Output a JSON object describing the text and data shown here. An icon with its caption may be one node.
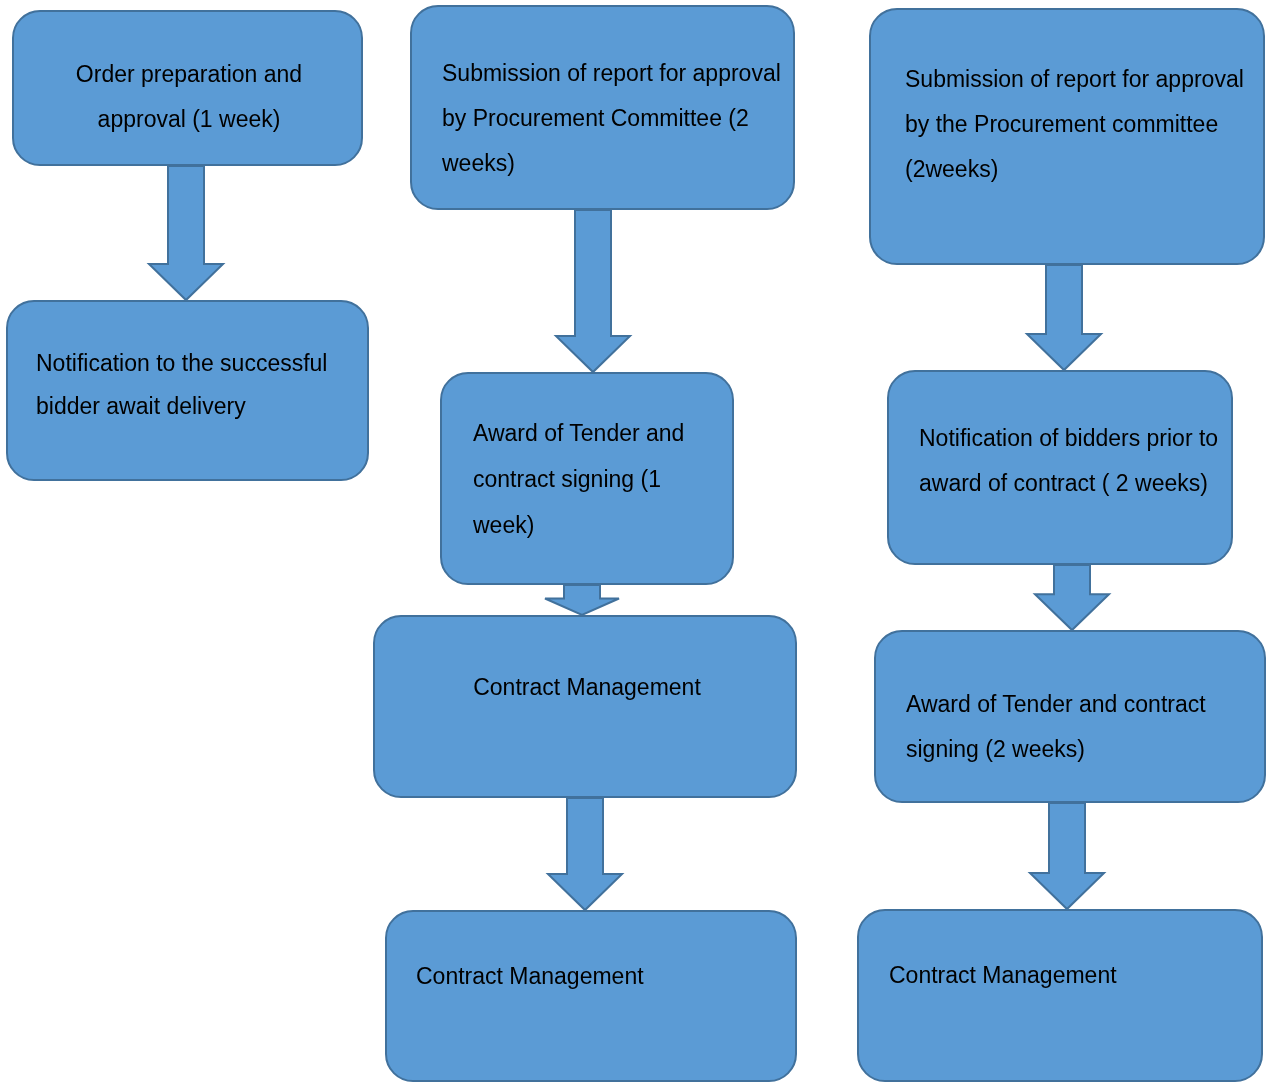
{
  "diagram": {
    "nodes": [
      {
        "text": [
          "Order preparation and approval (1 week)"
        ]
      },
      {
        "text": [
          "Notification to the successful bidder await delivery"
        ]
      },
      {
        "text": [
          "Submission of report for approval by Procurement Committee (2 weeks)"
        ]
      },
      {
        "text": [
          "Award of Tender and contract signing (1 week)"
        ]
      },
      {
        "text": [
          "Contract Management"
        ]
      },
      {
        "text": [
          "Contract Management"
        ]
      },
      {
        "text": [
          "Submission of report for approval by the Procurement committee (2weeks)"
        ]
      },
      {
        "text": [
          "Notification of bidders prior to award of contract ( 2 weeks)"
        ]
      },
      {
        "text": [
          "Award of Tender and contract signing (2 weeks)"
        ]
      },
      {
        "text": [
          "Contract Management"
        ]
      }
    ],
    "edges": [
      {
        "from": 0,
        "to": 1,
        "arrow": "to"
      },
      {
        "from": 2,
        "to": 3,
        "arrow": "to"
      },
      {
        "from": 3,
        "to": 4,
        "arrow": "to"
      },
      {
        "from": 4,
        "to": 5,
        "arrow": "to"
      },
      {
        "from": 6,
        "to": 7,
        "arrow": "to"
      },
      {
        "from": 7,
        "to": 8,
        "arrow": "to"
      },
      {
        "from": 8,
        "to": 9,
        "arrow": "to"
      }
    ]
  }
}
